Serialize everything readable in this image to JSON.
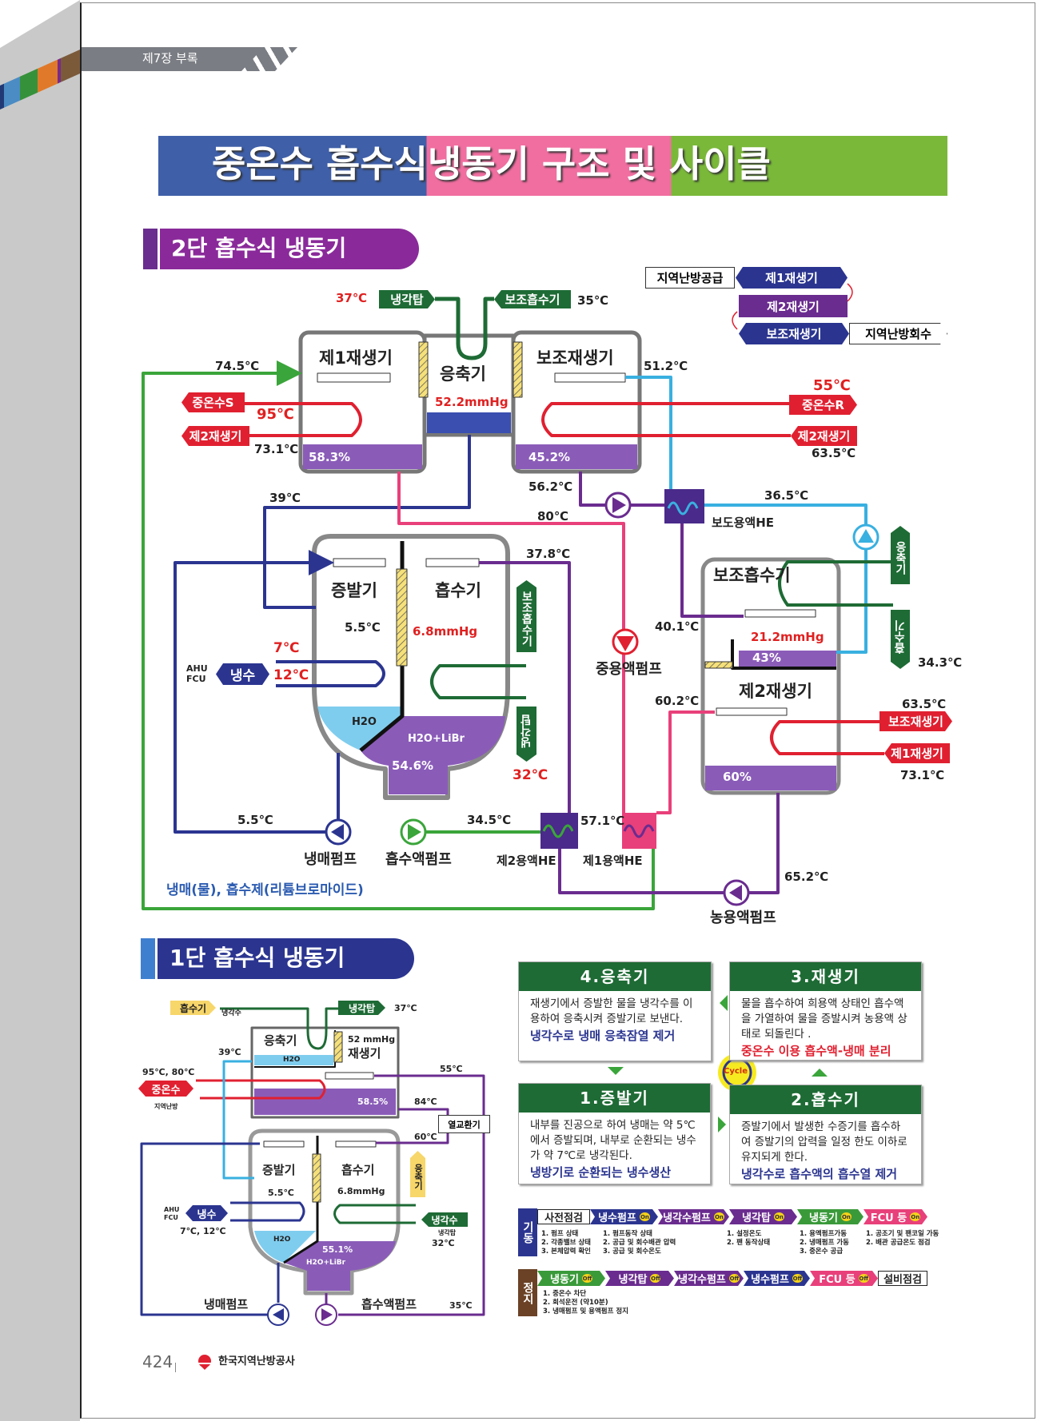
{
  "header": {
    "chapter": "제7장 부록"
  },
  "title": "중온수 흡수식냉동기 구조 및 사이클",
  "d2": {
    "heading": "2단 흡수식 냉동기",
    "l": [
      "37℃",
      "냉각탑",
      "보조흡수기",
      "35℃",
      "지역난방공급",
      "제1재생기",
      "제2재생기",
      "보조재생기",
      "지역난방회수",
      "74.5℃",
      "중온수S",
      "95℃",
      "제2재생기",
      "73.1℃",
      "51.2℃",
      "55℃",
      "중온수R",
      "제2재생기",
      "63.5℃",
      "58.3%",
      "45.2%",
      "39℃",
      "56.2℃",
      "80℃",
      "36.5℃",
      "보도용액HE",
      "37.8℃",
      "증발기",
      "흡수기",
      "5.5℃",
      "6.8mmHg",
      "보조흡수기",
      "보조흡수기",
      "21.2mmHg",
      "43%",
      "40.1℃",
      "중용액펌프",
      "응축기",
      "흡수기",
      "34.3℃",
      "AHU FCU",
      "냉수",
      "7℃",
      "12℃",
      "H2O",
      "H2O+LiBr",
      "54.6%",
      "냉각탑",
      "32℃",
      "60.2℃",
      "제2재생기",
      "63.5℃",
      "보조재생기",
      "제1재생기",
      "73.1℃",
      "60%",
      "5.5℃",
      "34.5℃",
      "57.1℃",
      "냉매펌프",
      "흡수액펌프",
      "제2용액HE",
      "제1용액HE",
      "65.2℃",
      "농용액펌프",
      "냉매(물), 흡수제(리튬브로마이드)",
      "제1재생기",
      "응축기",
      "52.2mmHg",
      "보조재생기"
    ]
  },
  "d1": {
    "heading": "1단 흡수식 냉동기",
    "l": [
      "흡수기",
      "냉각수",
      "냉각탑",
      "37℃",
      "응축기",
      "52 mmHg",
      "재생기",
      "H2O",
      "39℃",
      "95℃, 80℃",
      "중온수",
      "지역난방",
      "58.5%",
      "55℃",
      "84℃",
      "열교환기",
      "60℃",
      "증발기",
      "흡수기",
      "5.5℃",
      "6.8mmHg",
      "응축기",
      "AHU FCU",
      "냉수",
      "7℃, 12℃",
      "냉각수",
      "냉각탑",
      "32℃",
      "H2O",
      "55.1%",
      "H2O+LiBr",
      "냉매펌프",
      "흡수액펌프",
      "35℃"
    ]
  },
  "cycle": {
    "center": "Cycle",
    "boxes": [
      {
        "title": "4.응축기",
        "text": "재생기에서 증발한 물을 냉각수를 이용하여  응축시켜 증발기로 보낸다.",
        "em": "냉각수로 냉매 응축잠열 제거"
      },
      {
        "title": "3.재생기",
        "text": "물을 흡수하여 희용액 상태인 흡수액을 가열하여 물을 증발시켜 농용액 상태로 되돌린다 .",
        "em": "중온수 이용 흡수액-냉매 분리"
      },
      {
        "title": "1.증발기",
        "text": "내부를 진공으로 하여 냉매는 약 5℃에서 증발되며, 내부로 순환되는 냉수가 약 7℃로 냉각된다.",
        "em": "냉방기로 순환되는 냉수생산"
      },
      {
        "title": "2.흡수기",
        "text": "증발기에서 발생한 수증기를 흡수하여 증발기의 압력을 일정 한도 이하로 유지되게 한다.",
        "em": "냉각수로 흡수액의 흡수열 제거"
      }
    ]
  },
  "ops": {
    "start_label": "기동",
    "stop_label": "정지",
    "on": "On",
    "off": "Off",
    "start": [
      {
        "label": "사전점검",
        "desc": "1. 펌프 상태\n2. 각종밸브 상태\n3. 본체압력 확인"
      },
      {
        "label": "냉수펌프",
        "desc": "1. 펌프동작 상태\n2. 공급 및 회수배관 압력\n3. 공급 및 회수온도"
      },
      {
        "label": "냉각수펌프",
        "desc": ""
      },
      {
        "label": "냉각탑",
        "desc": "1. 설정온도\n2. 팬 동작상태"
      },
      {
        "label": "냉동기",
        "desc": "1. 용액펌프가동\n2. 냉매펌프 가동\n3. 중온수 공급"
      },
      {
        "label": "FCU 등",
        "desc": "1. 공조기 및 팬코일 가동\n2. 배관 공급온도 점검"
      }
    ],
    "stop": [
      {
        "label": "냉동기"
      },
      {
        "label": "냉각탑"
      },
      {
        "label": "냉각수펌프"
      },
      {
        "label": "냉수펌프"
      },
      {
        "label": "FCU 등"
      },
      {
        "label": "설비점검"
      }
    ],
    "stop_desc": "1. 중온수 차단\n2. 희석운전 (약10분)\n3. 냉매펌프 및 용액펌프 정지"
  },
  "footer": {
    "page": "424",
    "org": "한국지역난방공사"
  },
  "colors": {
    "navy": "#2b3590",
    "purple": "#6a2c8f",
    "pink": "#e8407a",
    "green": "#1e6b35",
    "light_green": "#3aa53a",
    "red": "#e02030",
    "light_blue": "#39b0e0"
  }
}
